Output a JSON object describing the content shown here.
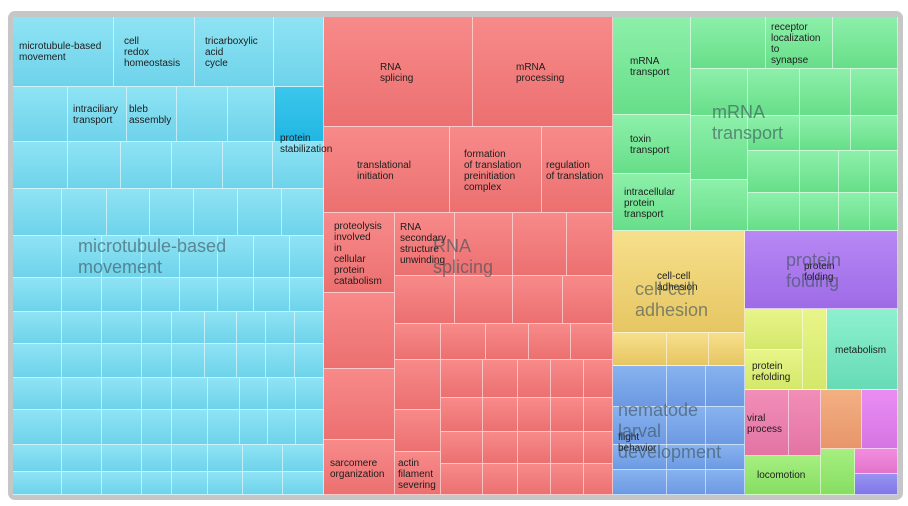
{
  "chart_data": {
    "type": "treemap",
    "groups": [
      {
        "name": "microtubule-based\nmovement",
        "color": "#7dd9ee",
        "terms": [
          "microtubule-based\nmovement",
          "cell\nredox\nhomeostasis",
          "tricarboxylic\nacid\ncycle",
          "intraciliary\ntransport",
          "bleb\nassembly",
          "protein\nstabilization"
        ]
      },
      {
        "name": "RNA\nsplicing",
        "color": "#f27e7e",
        "terms": [
          "RNA\nsplicing",
          "mRNA\nprocessing",
          "translational\ninitiation",
          "formation\nof translation\npreinitiation\ncomplex",
          "regulation\nof translation",
          "proteolysis\ninvolved\nin\ncellular\nprotein\ncatabolism",
          "RNA\nsecondary\nstructure\nunwinding",
          "sarcomere\norganization",
          "actin\nfilament\nsevering"
        ]
      },
      {
        "name": "mRNA\ntransport",
        "color": "#7ce89a",
        "terms": [
          "mRNA\ntransport",
          "receptor\nlocalization\nto\nsynapse",
          "toxin\ntransport",
          "intracellular\nprotein\ntransport"
        ]
      },
      {
        "name": "cell-cell\nadhesion",
        "color": "#efd377",
        "terms": [
          "cell-cell\nadhesion"
        ]
      },
      {
        "name": "protein\nfolding",
        "color": "#ab7aee",
        "terms": [
          "protein\nfolding"
        ]
      },
      {
        "name": "nematode\nlarval\ndevelopment",
        "color": "#7aa6ea",
        "terms": [
          "flight\nbehavior"
        ]
      },
      {
        "name": "",
        "color": "",
        "terms": [
          "metabolism",
          "protein\nrefolding",
          "viral\nprocess",
          "locomotion"
        ]
      }
    ]
  }
}
